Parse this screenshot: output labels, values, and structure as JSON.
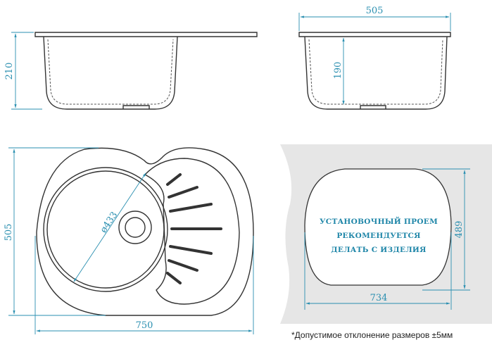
{
  "side_view_left": {
    "height_label": "210"
  },
  "side_view_right": {
    "width_label": "505",
    "depth_label": "190"
  },
  "plan_view": {
    "height_label": "505",
    "width_label": "750",
    "bowl_diameter_label": "ø433"
  },
  "cutout": {
    "note_lines": [
      "УСТАНОВОЧНЫЙ ПРОЕМ",
      "РЕКОМЕНДУЕТСЯ",
      "ДЕЛАТЬ С ИЗДЕЛИЯ"
    ],
    "height_label": "489",
    "width_label": "734"
  },
  "footnote": "*Допустимое отклонение размеров ±5мм",
  "colors": {
    "dimension": "#2a8fb0",
    "cutout_background": "#e6e6e6",
    "outline": "#333333"
  }
}
